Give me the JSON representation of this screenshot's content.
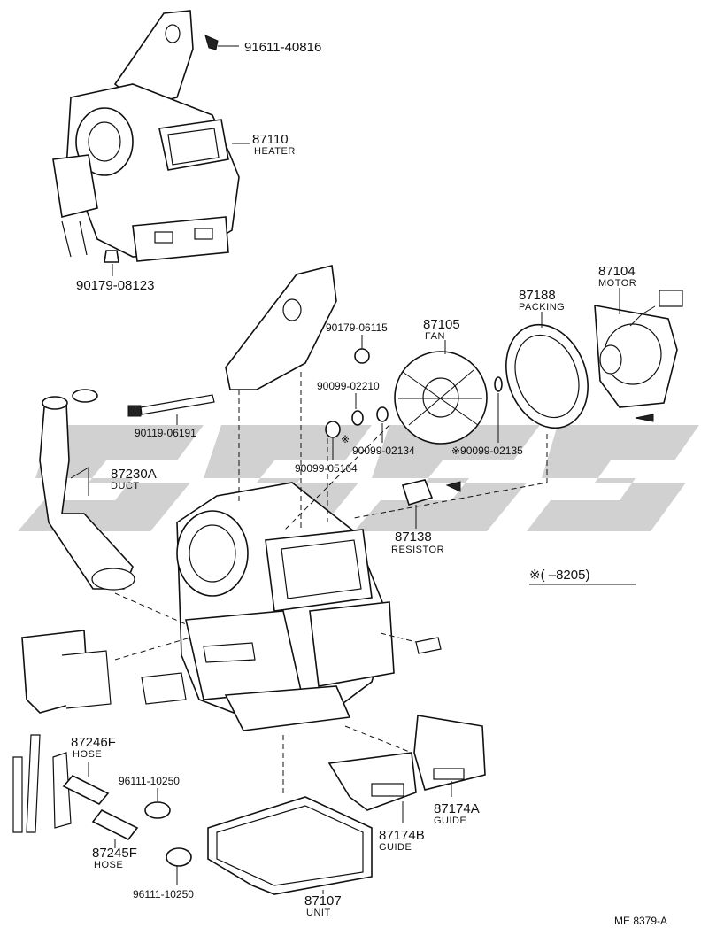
{
  "diagram": {
    "code": "ME  8379-A",
    "note": "※(      –8205)",
    "parts": [
      {
        "id": "p91611",
        "number": "91611-40816",
        "name": ""
      },
      {
        "id": "p87110",
        "number": "87110",
        "name": "HEATER"
      },
      {
        "id": "p90179a",
        "number": "90179-08123",
        "name": ""
      },
      {
        "id": "p87104",
        "number": "87104",
        "name": "MOTOR"
      },
      {
        "id": "p87188",
        "number": "87188",
        "name": "PACKING"
      },
      {
        "id": "p87105",
        "number": "87105",
        "name": "FAN"
      },
      {
        "id": "p90179b",
        "number": "90179-06115",
        "name": ""
      },
      {
        "id": "p90099a",
        "number": "90099-02210",
        "name": ""
      },
      {
        "id": "p90099b",
        "number": "90099-02134",
        "name": ""
      },
      {
        "id": "p90099c",
        "number": "※90099-02135",
        "name": ""
      },
      {
        "id": "p90099d",
        "number": "90099-05164",
        "name": ""
      },
      {
        "id": "p90119",
        "number": "90119-06191",
        "name": ""
      },
      {
        "id": "p87230",
        "number": "87230A",
        "name": "DUCT"
      },
      {
        "id": "p87138",
        "number": "87138",
        "name": "RESISTOR"
      },
      {
        "id": "p87246",
        "number": "87246F",
        "name": "HOSE"
      },
      {
        "id": "p96111a",
        "number": "96111-10250",
        "name": ""
      },
      {
        "id": "p87245",
        "number": "87245F",
        "name": "HOSE"
      },
      {
        "id": "p96111b",
        "number": "96111-10250",
        "name": ""
      },
      {
        "id": "p87107",
        "number": "87107",
        "name": "UNIT"
      },
      {
        "id": "p87174b",
        "number": "87174B",
        "name": "GUIDE"
      },
      {
        "id": "p87174a",
        "number": "87174A",
        "name": "GUIDE"
      }
    ]
  }
}
